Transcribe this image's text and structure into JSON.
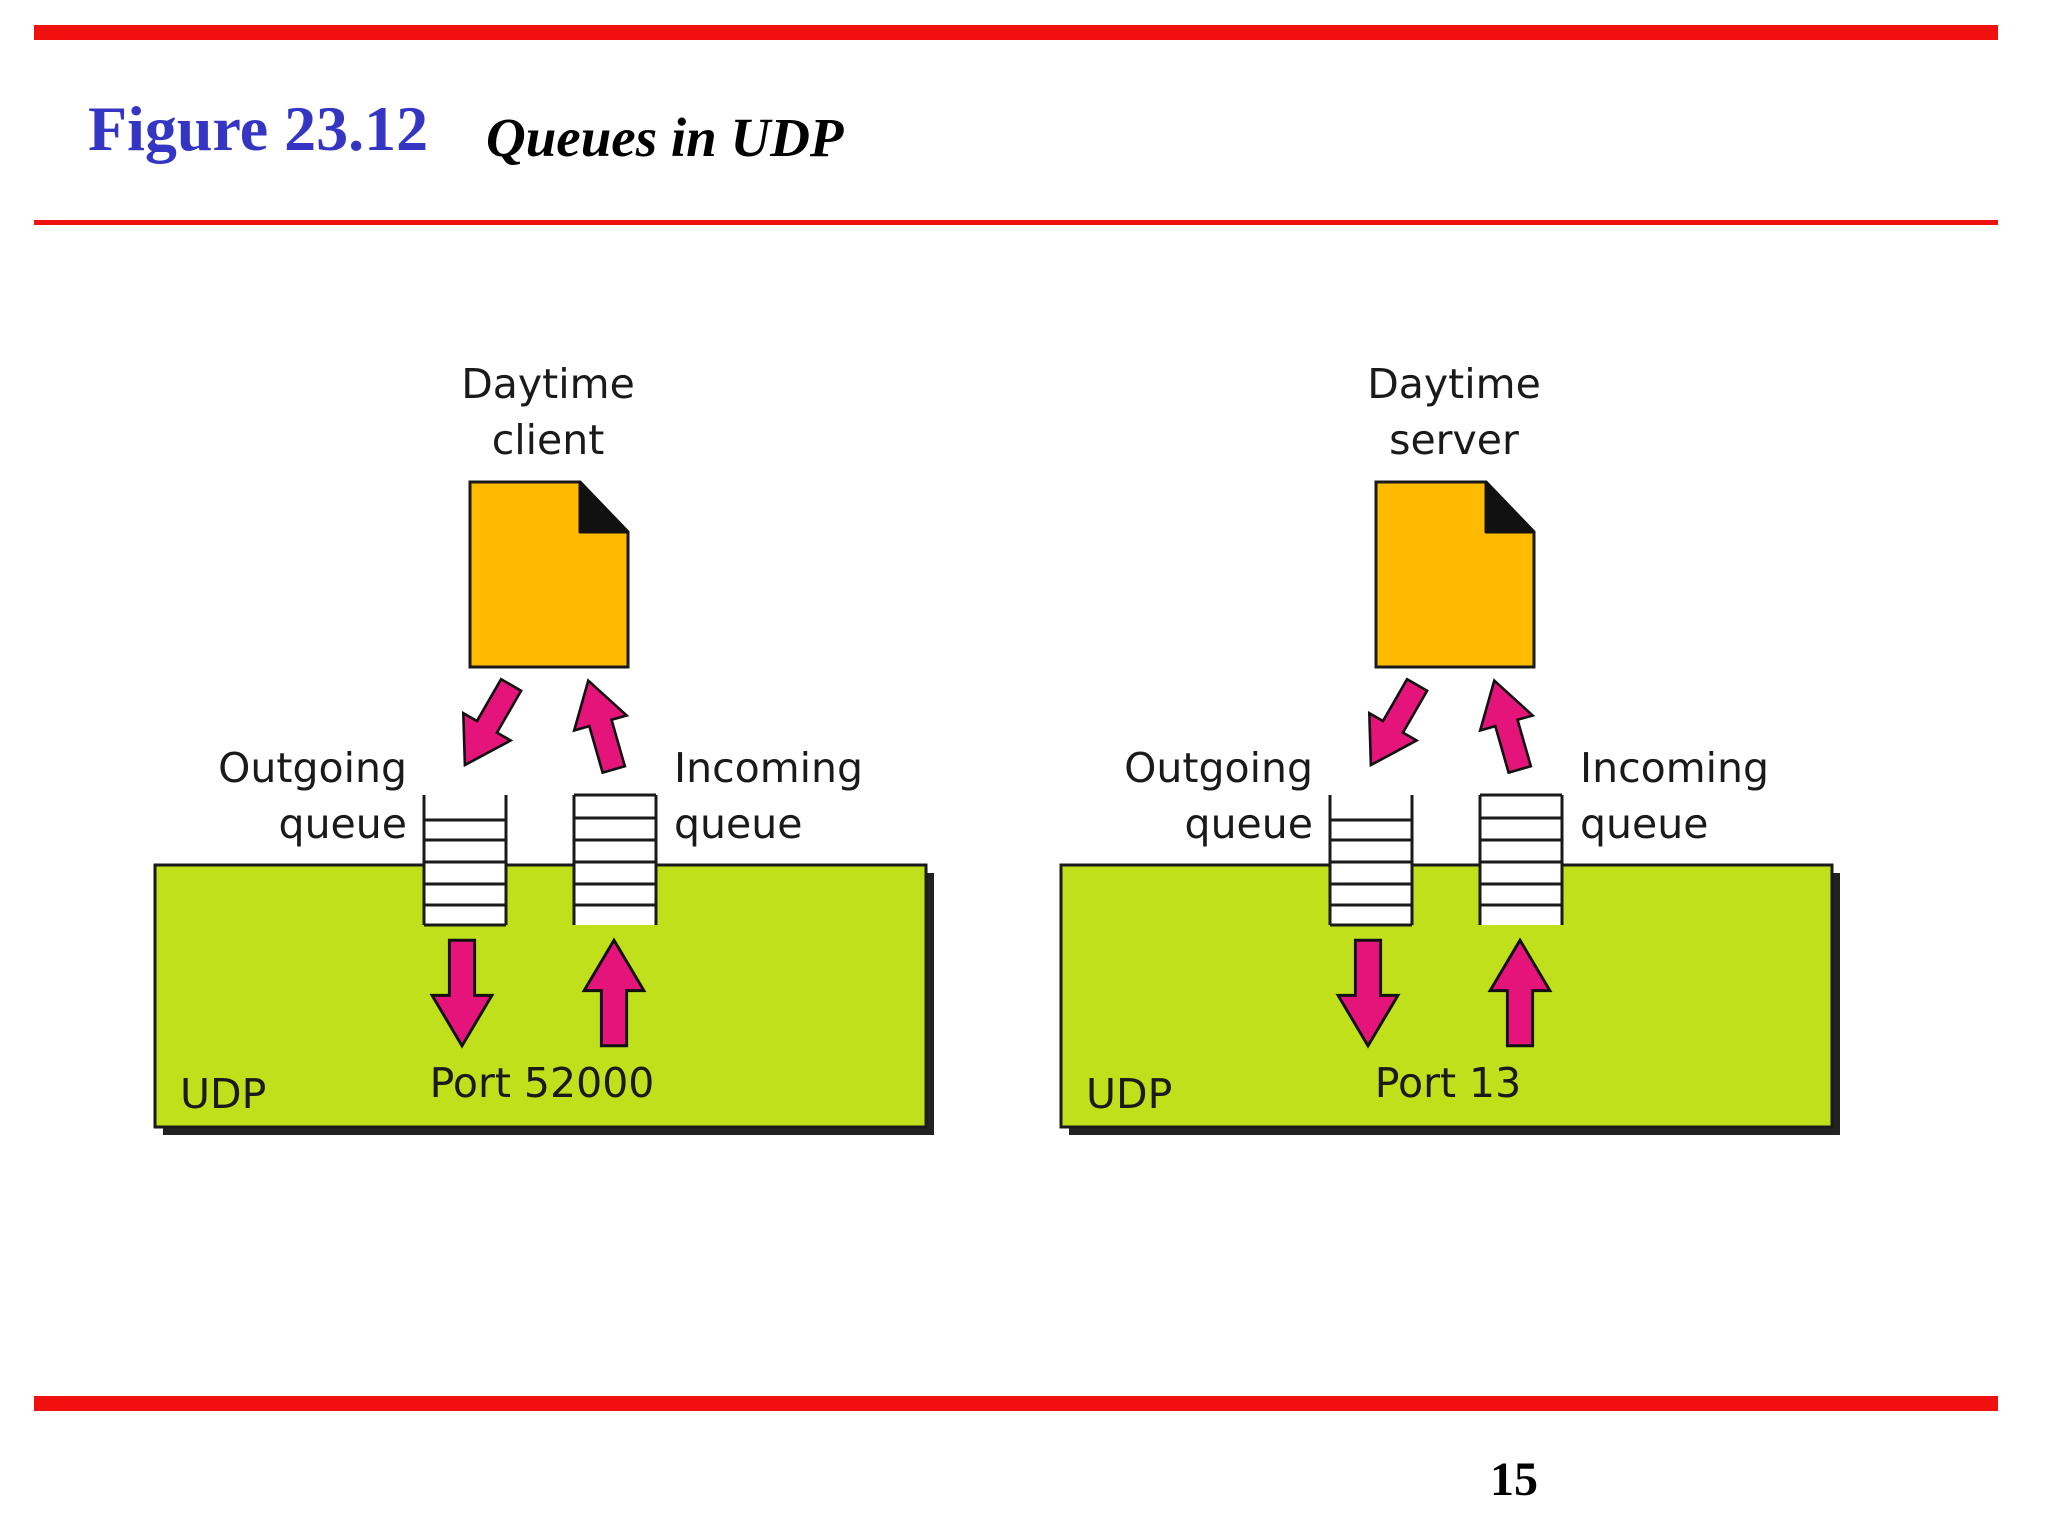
{
  "header": {
    "figure_number": "Figure 23.12",
    "figure_title": "Queues in UDP"
  },
  "diagram": {
    "client": {
      "process_line1": "Daytime",
      "process_line2": "client",
      "outgoing_line1": "Outgoing",
      "outgoing_line2": "queue",
      "incoming_line1": "Incoming",
      "incoming_line2": "queue",
      "layer_label": "UDP",
      "port_label": "Port 52000"
    },
    "server": {
      "process_line1": "Daytime",
      "process_line2": "server",
      "outgoing_line1": "Outgoing",
      "outgoing_line2": "queue",
      "incoming_line1": "Incoming",
      "incoming_line2": "queue",
      "layer_label": "UDP",
      "port_label": "Port 13"
    }
  },
  "footer": {
    "page_number": "15"
  },
  "colors": {
    "rule": "#f01010",
    "figure_number": "#3535c4",
    "udp_box": "#bfe01a",
    "process_icon": "#ffbb00",
    "arrow": "#e4147a"
  }
}
